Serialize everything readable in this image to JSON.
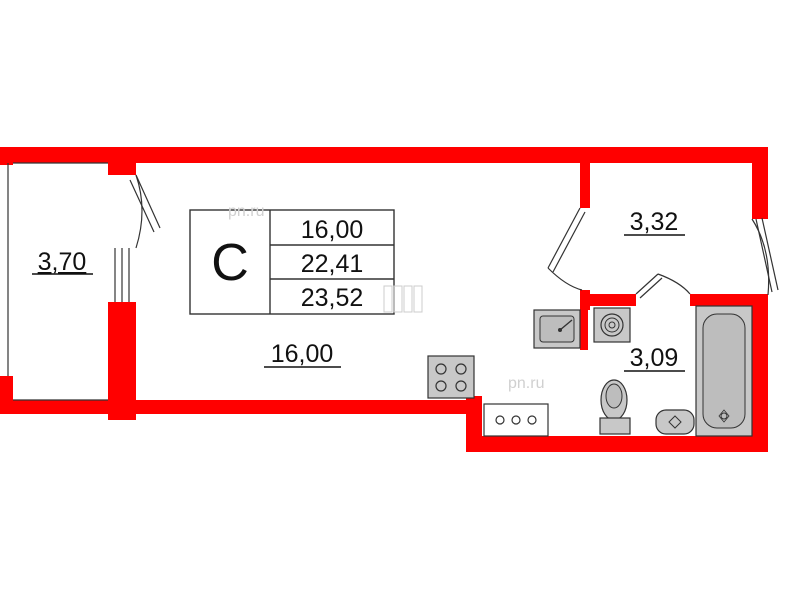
{
  "plan": {
    "apartment_type": "С",
    "areas": {
      "living": "16,00",
      "total": "22,41",
      "total_with_balcony": "23,52"
    },
    "rooms": {
      "balcony": "3,70",
      "living_room": "16,00",
      "hallway": "3,32",
      "bathroom": "3,09"
    },
    "watermarks": [
      "pn.ru",
      "pn.ru"
    ],
    "colors": {
      "wall": "#ff0000",
      "fixture_fill": "#c8c8c8",
      "outline": "#333333",
      "background": "#ffffff"
    }
  }
}
